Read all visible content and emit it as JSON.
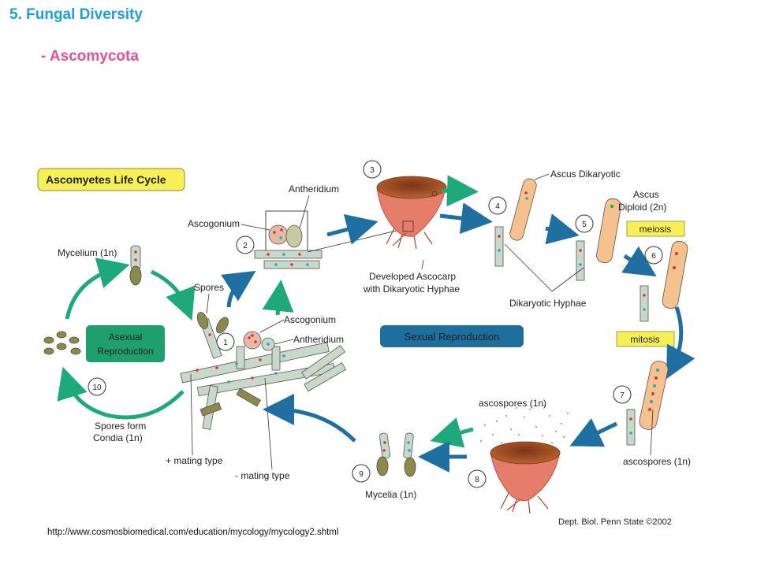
{
  "slide": {
    "title": "5.   Fungal Diversity",
    "subtitle": "- Ascomycota",
    "source_url": "http://www.cosmosbiomedical.com/education/mycology/mycology2.shtml"
  },
  "diagram": {
    "title": "Ascomyetes Life Cycle",
    "asexual_box": [
      "Asexual",
      "Reproduction"
    ],
    "sexual_box": "Sexual Reproduction",
    "meiosis": "meiosis",
    "mitosis": "mitosis",
    "labels": {
      "mycelium": "Mycelium (1n)",
      "spores": "Spores",
      "ascogonium_top": "Ascogonium",
      "antheridium_top": "Antheridium",
      "ascogonium_mid": "Ascogonium",
      "antheridium_mid": "Antheridium",
      "ascocarp_1": "Developed Ascocarp",
      "ascocarp_2": "with Dikaryotic Hyphae",
      "ascus_dikaryotic": "Ascus Dikaryotic",
      "ascus_diploid_1": "Ascus",
      "ascus_diploid_2": "Diploid (2n)",
      "dikaryotic_hyphae": "Dikaryotic Hyphae",
      "ascospores_top": "ascospores (1n)",
      "ascospores_right": "ascospores (1n)",
      "mycelia": "Mycelia (1n)",
      "spores_form_1": "Spores form",
      "spores_form_2": "Condia (1n)",
      "plus_mating": "+ mating type",
      "minus_mating": "- mating type"
    },
    "steps": [
      "1",
      "2",
      "3",
      "4",
      "5",
      "6",
      "7",
      "8",
      "9",
      "10"
    ],
    "credit": "Dept. Biol. Penn State ©2002",
    "colors": {
      "title_blue": "#1f9fd8",
      "subtitle_pink": "#e2509c",
      "yellow_box": "#f7ef58",
      "green_box": "#1f9e6e",
      "blue_box": "#1d6fa0",
      "green_arrow": "#1ea97a",
      "blue_arrow": "#1f6fa3",
      "ascocarp": "#d2542d"
    }
  }
}
